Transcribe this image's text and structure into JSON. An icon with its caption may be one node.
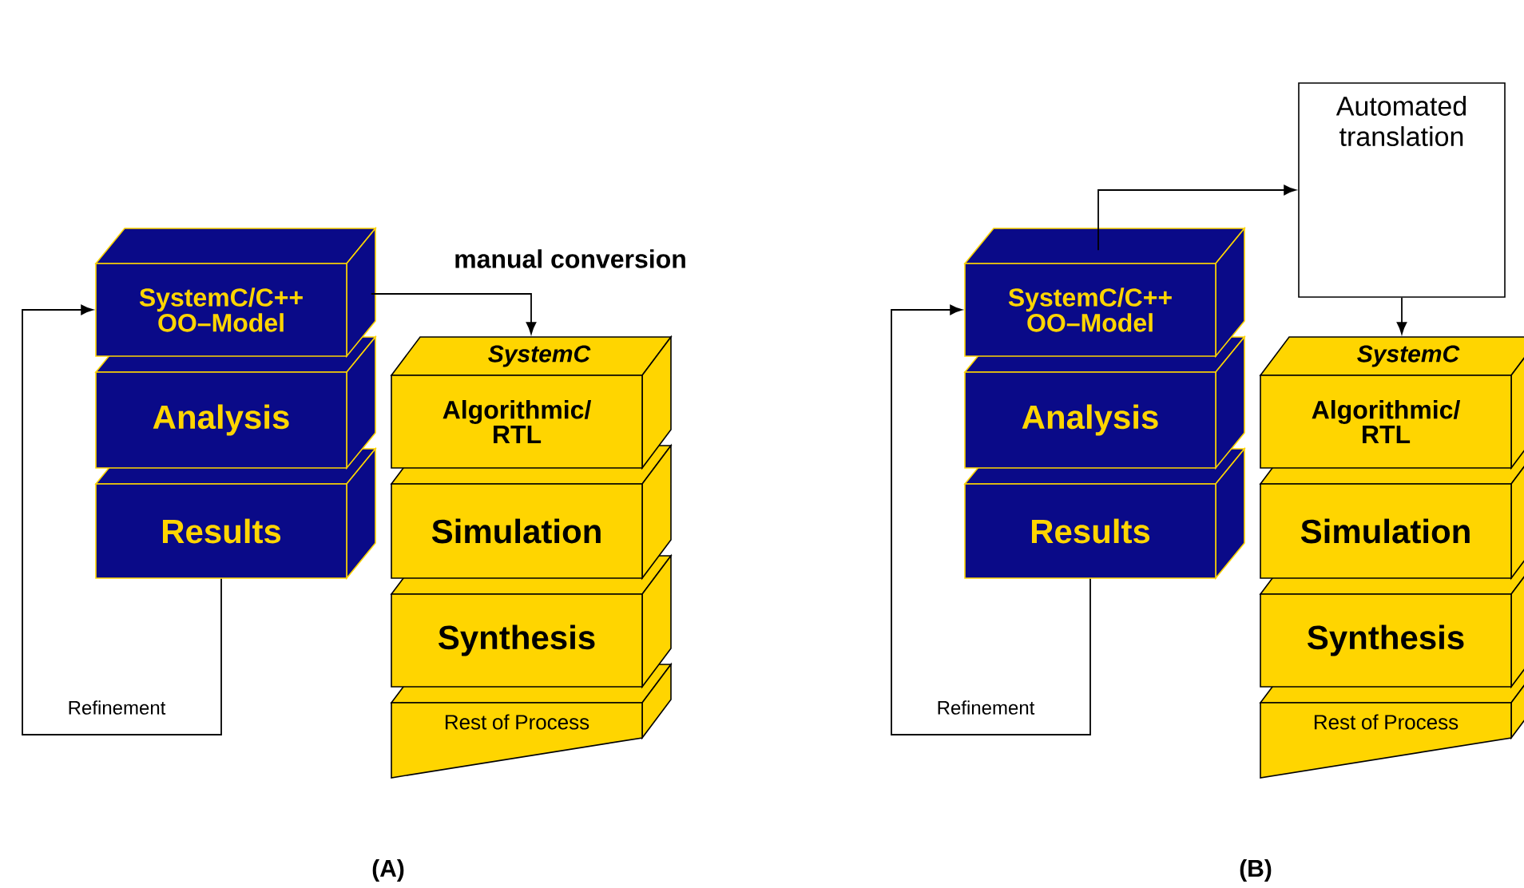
{
  "diagram": {
    "nodes": [
      {
        "text": [
          "SystemC/C++ OO–Model"
        ]
      },
      {
        "text": [
          "Analysis"
        ]
      },
      {
        "text": [
          "Results"
        ]
      },
      {
        "text": [
          "SystemC",
          "Algorithmic/ RTL"
        ]
      },
      {
        "text": [
          "Simulation"
        ]
      },
      {
        "text": [
          "Synthesis"
        ]
      },
      {
        "text": [
          "Rest of Process"
        ]
      },
      {
        "text": [
          "SystemC/C++ OO–Model"
        ]
      },
      {
        "text": [
          "Analysis"
        ]
      },
      {
        "text": [
          "Results"
        ]
      },
      {
        "text": [
          "SystemC",
          "Algorithmic/ RTL"
        ]
      },
      {
        "text": [
          "Simulation"
        ]
      },
      {
        "text": [
          "Synthesis"
        ]
      },
      {
        "text": [
          "Rest of Process"
        ]
      },
      {
        "text": [
          "Automated translation"
        ]
      }
    ],
    "edges": [
      {
        "from": 2,
        "to": 0,
        "arrow": "to",
        "label": "Refinement"
      },
      {
        "from": 0,
        "to": 3,
        "arrow": "to",
        "label": "manual conversion"
      },
      {
        "from": 9,
        "to": 7,
        "arrow": "to",
        "label": "Refinement"
      },
      {
        "from": 7,
        "to": 14,
        "arrow": "to"
      },
      {
        "from": 14,
        "to": 10,
        "arrow": "to"
      }
    ],
    "labels": [
      "(A)",
      "(B)"
    ]
  }
}
